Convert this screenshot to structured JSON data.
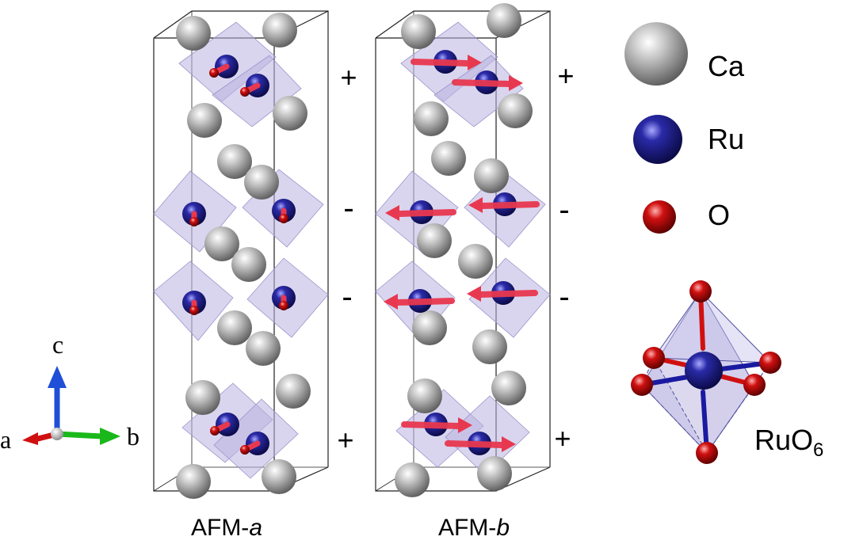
{
  "structures": [
    {
      "label_prefix": "AFM-",
      "label_italic": "a",
      "signs": [
        "+",
        "-",
        "-",
        "+"
      ],
      "moment_direction": "a"
    },
    {
      "label_prefix": "AFM-",
      "label_italic": "b",
      "signs": [
        "+",
        "-",
        "-",
        "+"
      ],
      "moment_direction": "b"
    }
  ],
  "legend": {
    "items": [
      {
        "label": "Ca",
        "color": "#a9a9a9"
      },
      {
        "label": "Ru",
        "color": "#1a1a8c"
      },
      {
        "label": "O",
        "color": "#cc0000"
      }
    ],
    "octahedron_label_main": "RuO",
    "octahedron_label_sub": "6"
  },
  "axes": {
    "c_label": "c",
    "a_label": "a",
    "b_label": "b",
    "c_color": "#1f4fd6",
    "a_color": "#d01010",
    "b_color": "#1ab81a"
  },
  "colors": {
    "octahedron_fill": "#b9b3e0",
    "moment": "#e8384f"
  }
}
